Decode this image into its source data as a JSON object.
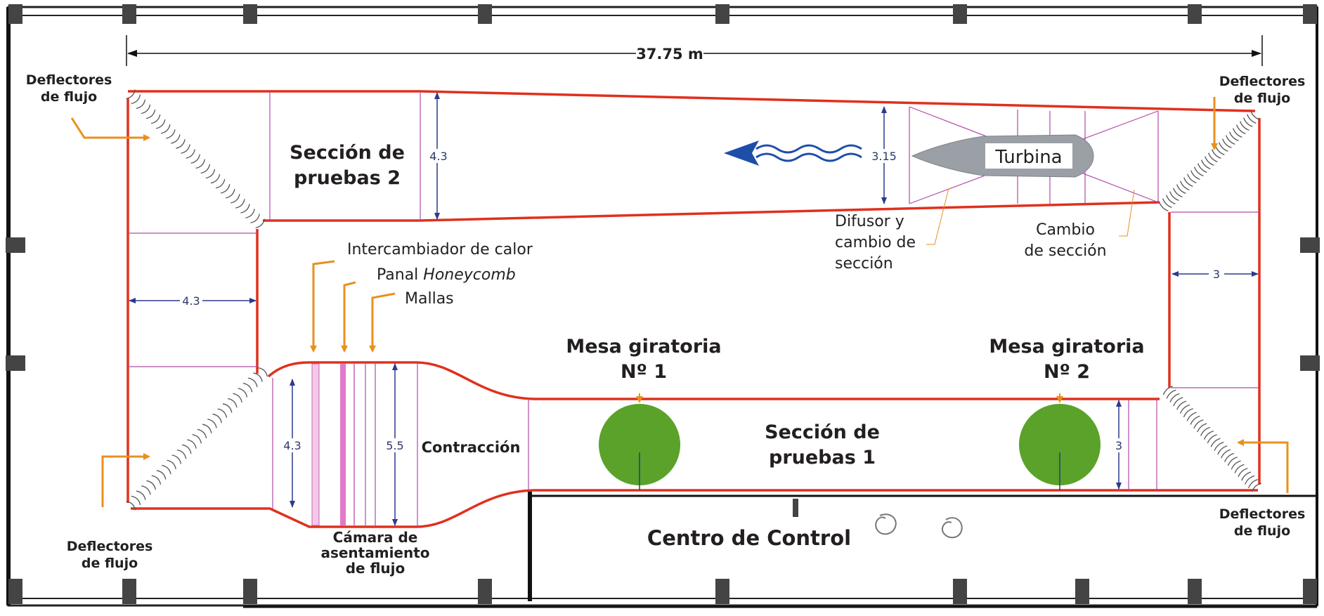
{
  "overall_length": "37.75 m",
  "sections": {
    "test_section_2": [
      "Sección de",
      "pruebas 2"
    ],
    "test_section_1": [
      "Sección de",
      "pruebas 1"
    ],
    "turbine": "Turbina",
    "contraction": "Contracción",
    "control_center": "Centro de Control"
  },
  "turntables": {
    "t1": [
      "Mesa giratoria",
      "Nº 1"
    ],
    "t2": [
      "Mesa giratoria",
      "Nº 2"
    ]
  },
  "callouts": {
    "heat_exchanger": "Intercambiador de calor",
    "honeycomb_prefix": "Panal ",
    "honeycomb_italic": "Honeycomb",
    "screens": "Mallas",
    "settling_chamber": [
      "Cámara de",
      "asentamiento",
      "de flujo"
    ],
    "diffuser": [
      "Difusor y",
      "cambio de",
      "sección"
    ],
    "section_change": [
      "Cambio",
      "de sección"
    ],
    "deflectors_tl": [
      "Deflectores",
      "de flujo"
    ],
    "deflectors_tr": [
      "Deflectores",
      "de flujo"
    ],
    "deflectors_bl": [
      "Deflectores",
      "de flujo"
    ],
    "deflectors_br": [
      "Deflectores",
      "de flujo"
    ]
  },
  "dimensions": {
    "test2_height": "4.3",
    "turbine_height": "3.15",
    "left_return_width": "4.3",
    "right_return_width": "3",
    "settling_height_1": "4.3",
    "settling_height_2": "5.5",
    "test1_height": "3"
  },
  "colors": {
    "wall": "#e0301e",
    "inner_line": "#b04aa8",
    "arrow": "#e8901e",
    "turntable": "#5aa22a",
    "flow": "#1f4ea8",
    "dimension": "#2b3a8c",
    "turbine": "#9aa0a6"
  },
  "icons": [
    "flow-direction-icon",
    "fan-icon"
  ]
}
